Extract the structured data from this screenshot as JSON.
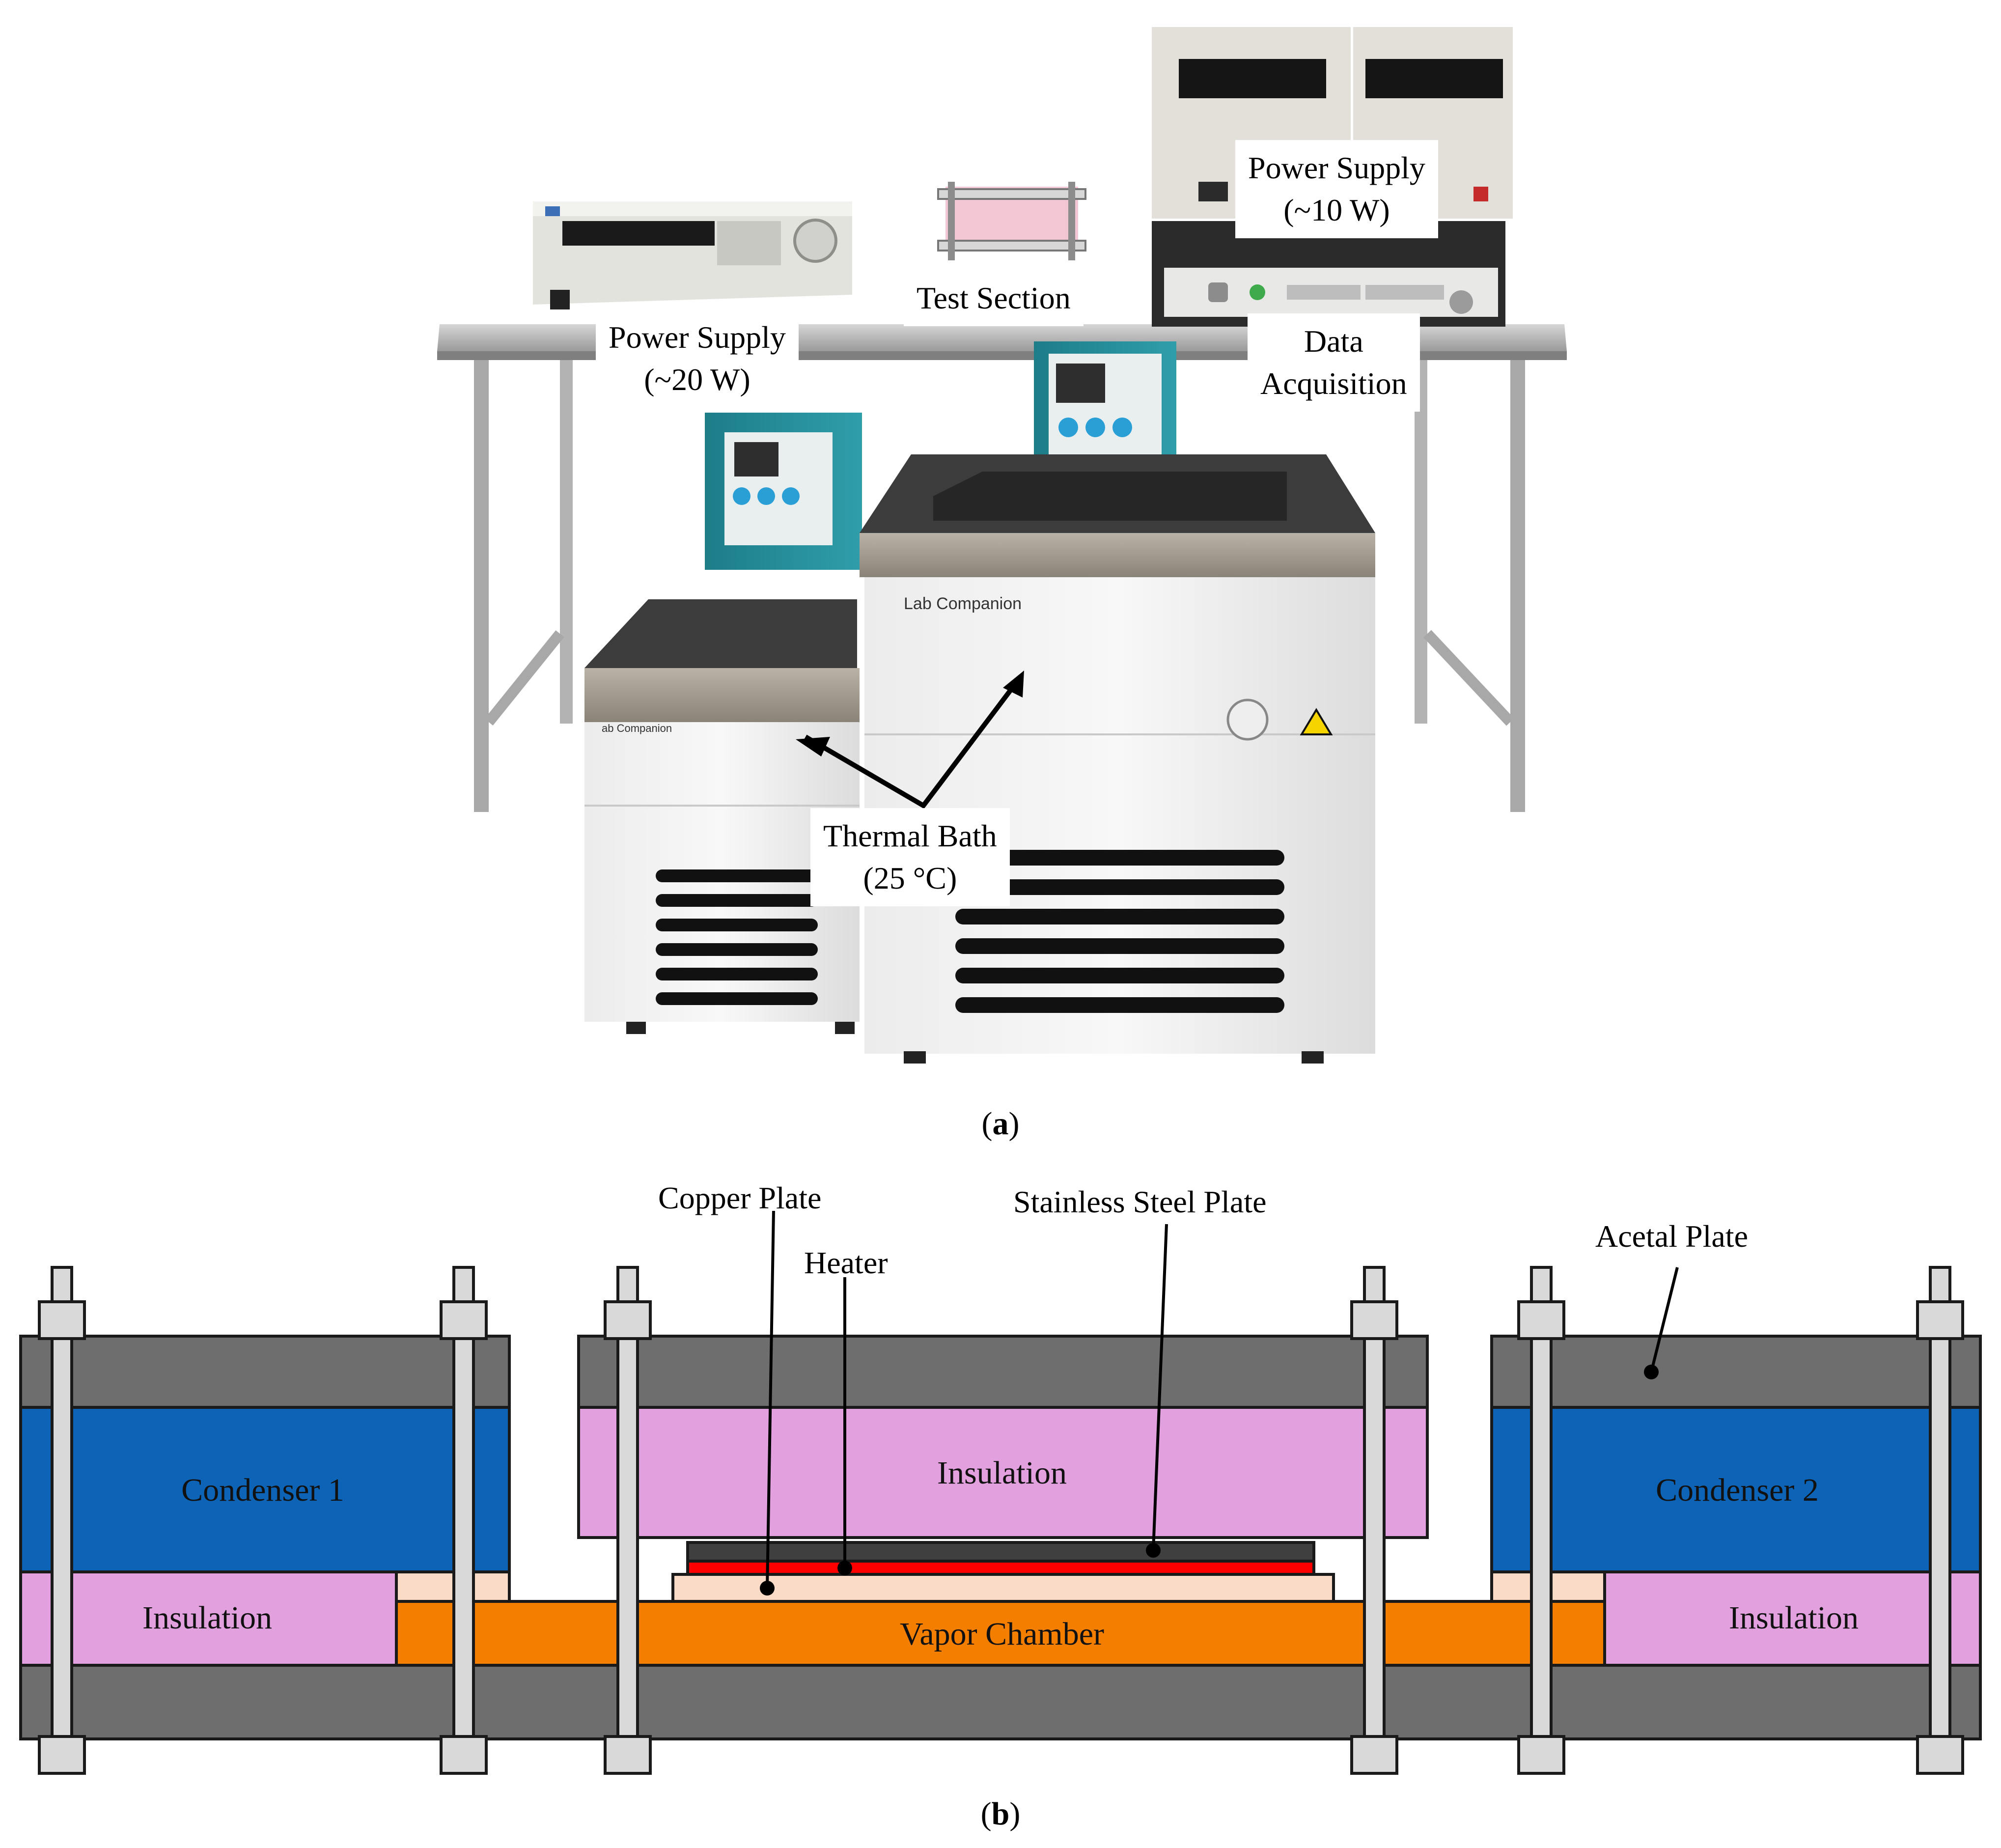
{
  "photo": {
    "callouts": {
      "power_supply_20": [
        "Power Supply",
        "(~20 W)"
      ],
      "test_section": [
        "Test Section"
      ],
      "power_supply_10": [
        "Power Supply",
        "(~10 W)"
      ],
      "data_acquisition": [
        "Data",
        "Acquisition"
      ],
      "thermal_bath": [
        "Thermal Bath",
        "(25 °C)"
      ]
    },
    "brand_small": "ab Companion",
    "brand_large": "Lab Companion"
  },
  "diagram": {
    "labels": {
      "condenser_1": "Condenser  1",
      "condenser_2": "Condenser  2",
      "insulation_top": "Insulation",
      "insulation_left": "Insulation",
      "insulation_right": "Insulation",
      "vapor_chamber": "Vapor Chamber",
      "copper_plate": "Copper Plate",
      "heater": "Heater",
      "stainless_steel_plate": "Stainless  Steel Plate",
      "acetal_plate": "Acetal  Plate"
    },
    "colors": {
      "acetal": "#6e6e6e",
      "condenser": "#0d63b5",
      "insulation": "#e2a0de",
      "vapor_chamber": "#f47e00",
      "copper": "#fadbc8",
      "heater": "#ff0000",
      "steel": "#3f3f3f",
      "bolt": "#d9d9d9"
    }
  },
  "captions": {
    "a": "a",
    "b": "b"
  }
}
